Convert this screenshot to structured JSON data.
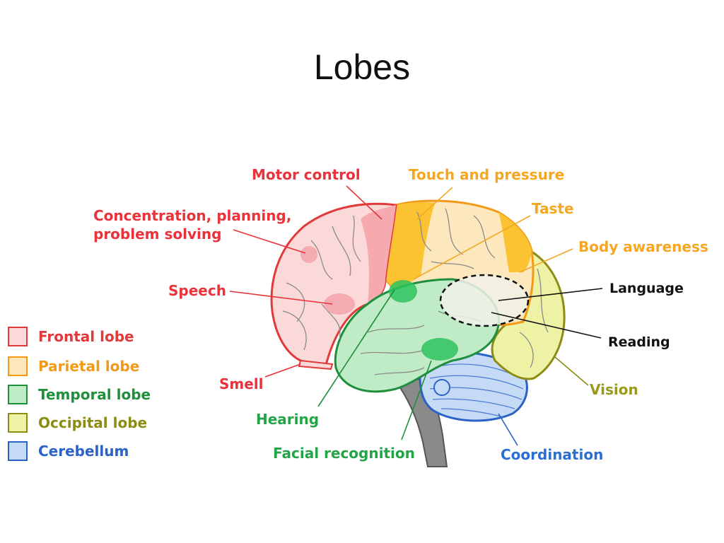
{
  "title": "Lobes",
  "colors": {
    "frontal": "#e8323c",
    "parietal": "#f5a623",
    "temporal": "#22a447",
    "occipital": "#9a9a1a",
    "cerebellum": "#2a6fd1",
    "pointer": "#111111"
  },
  "legend": [
    {
      "key": "frontal",
      "label": "Frontal lobe",
      "color": "#e23a3a",
      "fill": "#fbd9d9"
    },
    {
      "key": "parietal",
      "label": "Parietal lobe",
      "color": "#f29a18",
      "fill": "#fde7bd"
    },
    {
      "key": "temporal",
      "label": "Temporal lobe",
      "color": "#1f8f3c",
      "fill": "#bfecc6"
    },
    {
      "key": "occipital",
      "label": "Occipital lobe",
      "color": "#8c8c14",
      "fill": "#eef2a5"
    },
    {
      "key": "cerebellum",
      "label": "Cerebellum",
      "color": "#2a62c8",
      "fill": "#c5dbf5"
    }
  ],
  "labels": {
    "motor_control": "Motor control",
    "touch_pressure": "Touch and pressure",
    "concentration_1": "Concentration, planning,",
    "concentration_2": "problem solving",
    "taste": "Taste",
    "body_awareness": "Body awareness",
    "speech": "Speech",
    "language": "Language",
    "reading": "Reading",
    "smell": "Smell",
    "vision": "Vision",
    "hearing": "Hearing",
    "facial_recognition": "Facial recognition",
    "coordination": "Coordination"
  }
}
